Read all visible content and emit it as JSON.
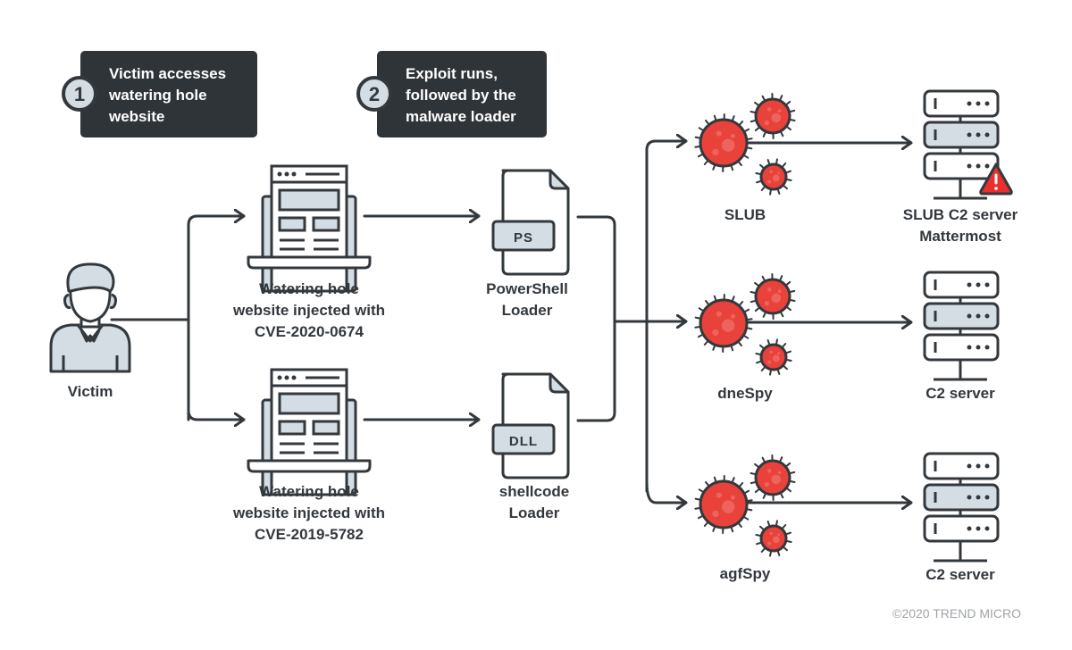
{
  "colors": {
    "ink": "#33383d",
    "step_box": "#2f3439",
    "pale_blue": "#d3dde3",
    "malware_red": "#e8423a",
    "warning_red": "#e8302c",
    "copyright_gray": "#a0a4a8"
  },
  "steps": [
    {
      "number": "1",
      "lines": [
        "Victim accesses",
        "watering hole",
        "website"
      ]
    },
    {
      "number": "2",
      "lines": [
        "Exploit runs,",
        "followed by the",
        "malware loader"
      ]
    }
  ],
  "victim": {
    "label": "Victim",
    "icon": "user-icon"
  },
  "websites": [
    {
      "icon": "laptop-browser-icon",
      "lines": [
        "Watering hole",
        "website injected with",
        "CVE-2020-0674"
      ]
    },
    {
      "icon": "laptop-browser-icon",
      "lines": [
        "Watering hole",
        "website injected with",
        "CVE-2019-5782"
      ]
    }
  ],
  "loaders": [
    {
      "icon": "file-icon",
      "tag": "PS",
      "lines": [
        "PowerShell",
        "Loader"
      ]
    },
    {
      "icon": "file-icon",
      "tag": "DLL",
      "lines": [
        "shellcode",
        "Loader"
      ]
    }
  ],
  "malware": [
    {
      "icon": "virus-icon",
      "label": "SLUB"
    },
    {
      "icon": "virus-icon",
      "label": "dneSpy"
    },
    {
      "icon": "virus-icon",
      "label": "agfSpy"
    }
  ],
  "servers": [
    {
      "icon": "server-icon",
      "warning": true,
      "lines": [
        "SLUB C2 server",
        "Mattermost"
      ]
    },
    {
      "icon": "server-icon",
      "warning": false,
      "lines": [
        "C2 server"
      ]
    },
    {
      "icon": "server-icon",
      "warning": false,
      "lines": [
        "C2 server"
      ]
    }
  ],
  "copyright": "©2020 TREND MICRO"
}
